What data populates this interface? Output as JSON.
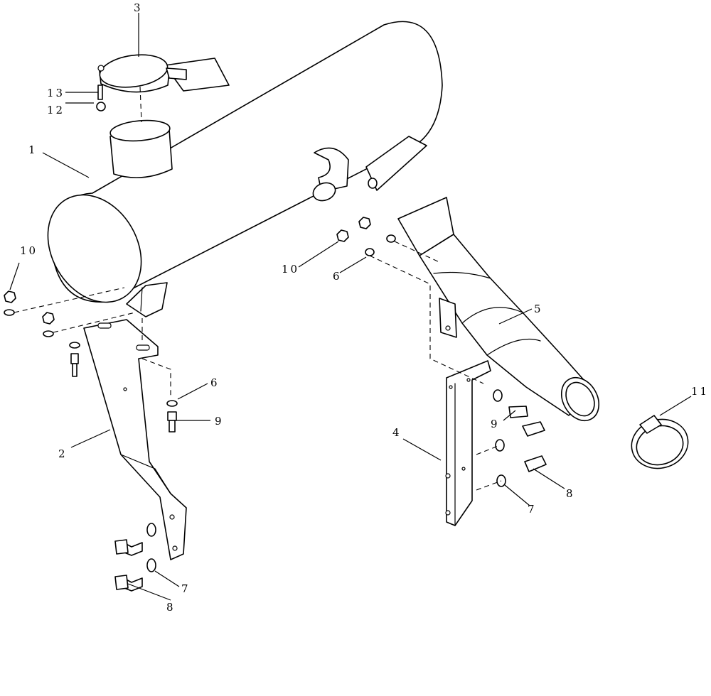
{
  "diagram": {
    "callouts": {
      "c1": "1",
      "c2": "2",
      "c3": "3",
      "c4": "4",
      "c5": "5",
      "c6a": "6",
      "c6b": "6",
      "c7a": "7",
      "c7b": "7",
      "c8a": "8",
      "c8b": "8",
      "c9a": "9",
      "c9b": "9",
      "c10a": "10",
      "c10b": "10",
      "c11": "11",
      "c12": "12",
      "c13": "13"
    }
  }
}
